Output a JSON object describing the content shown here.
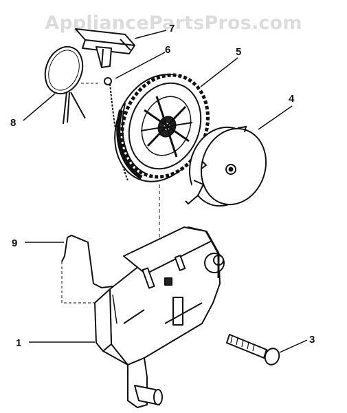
{
  "watermark": "AppliancePartsPros.com",
  "callouts": {
    "n1": "1",
    "n3": "3",
    "n4": "4",
    "n5": "5",
    "n6": "6",
    "n7": "7",
    "n8": "8",
    "n9": "9"
  },
  "colors": {
    "ink": "#111111",
    "watermark": "#dcdcdc",
    "background": "#ffffff"
  }
}
